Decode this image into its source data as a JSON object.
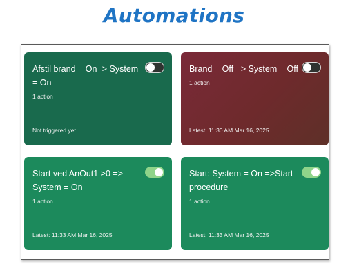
{
  "page": {
    "title": "Automations"
  },
  "colors": {
    "title": "#1f74c4",
    "card_dark_green": "#196a4d",
    "card_green": "#1c8a5c",
    "card_red": "#7a2938",
    "toggle_on": "#8fd48a",
    "toggle_off": "#2f3330"
  },
  "cards": [
    {
      "title": "Afstil brand = On=> System = On",
      "actions": "1 action",
      "footer": "Not triggered yet",
      "enabled": false
    },
    {
      "title": "Brand = Off => System = Off",
      "actions": "1 action",
      "footer": "Latest: 11:30 AM Mar 16, 2025",
      "enabled": false
    },
    {
      "title": "Start ved AnOut1 >0 => System = On",
      "actions": "1 action",
      "footer": "Latest: 11:33 AM Mar 16, 2025",
      "enabled": true
    },
    {
      "title": "Start: System = On =>Start-procedure",
      "actions": "1 action",
      "footer": "Latest: 11:33 AM Mar 16, 2025",
      "enabled": true
    }
  ]
}
